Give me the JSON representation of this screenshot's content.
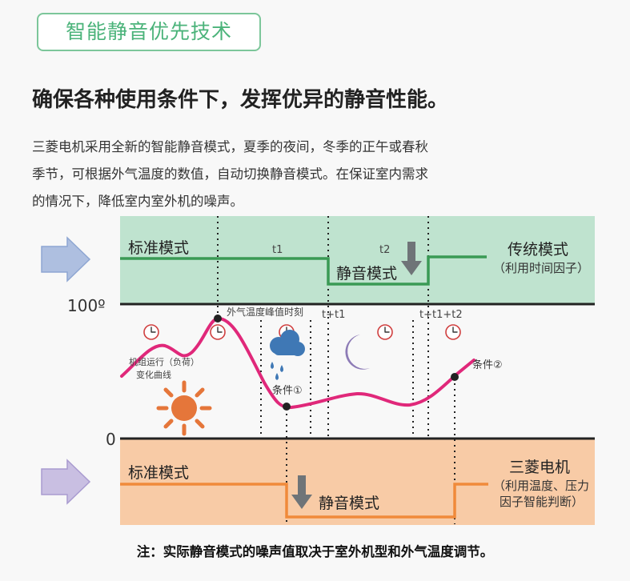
{
  "header": {
    "badge": "智能静音优先技术",
    "headline": "确保各种使用条件下，发挥优异的静音性能。",
    "paragraph_lines": [
      "三菱电机采用全新的智能静音模式，夏季的夜间，冬季的正午或春秋",
      "季节，可根据外气温度的数值，自动切换静音模式。在保证室内需求",
      "的情况下，降低室内室外机的噪声。"
    ]
  },
  "diagram": {
    "top_band": {
      "mode_standard": "标准模式",
      "mode_quiet": "静音模式",
      "right_title": "传统模式",
      "right_sub": "（利用时间因子）",
      "t1": "t1",
      "t2": "t2"
    },
    "axis": {
      "top_value": "100º",
      "bottom_value": "0",
      "peak_label": "外气温度峰值时刻",
      "t_plus_t1": "t+t1",
      "t_plus_t1_t2": "t+t1+t2"
    },
    "curve": {
      "label_line1": "机组运行（负荷）",
      "label_line2": "变化曲线",
      "condition1": "条件①",
      "condition2": "条件②"
    },
    "bottom_band": {
      "mode_standard": "标准模式",
      "mode_quiet": "静音模式",
      "right_title": "三菱电机",
      "right_sub1": "（利用温度、压力",
      "right_sub2": "因子智能判断）"
    },
    "colors": {
      "green_band": "#bfe3cf",
      "green_line": "#3a9a55",
      "orange_band": "#f8cba6",
      "orange_line": "#f08a3a",
      "curve": "#e0287a",
      "arrow_fill": "#aebfe0"
    }
  },
  "footer": {
    "note": "注：实际静音模式的噪声值取决于室外机型和外气温度调节。"
  }
}
